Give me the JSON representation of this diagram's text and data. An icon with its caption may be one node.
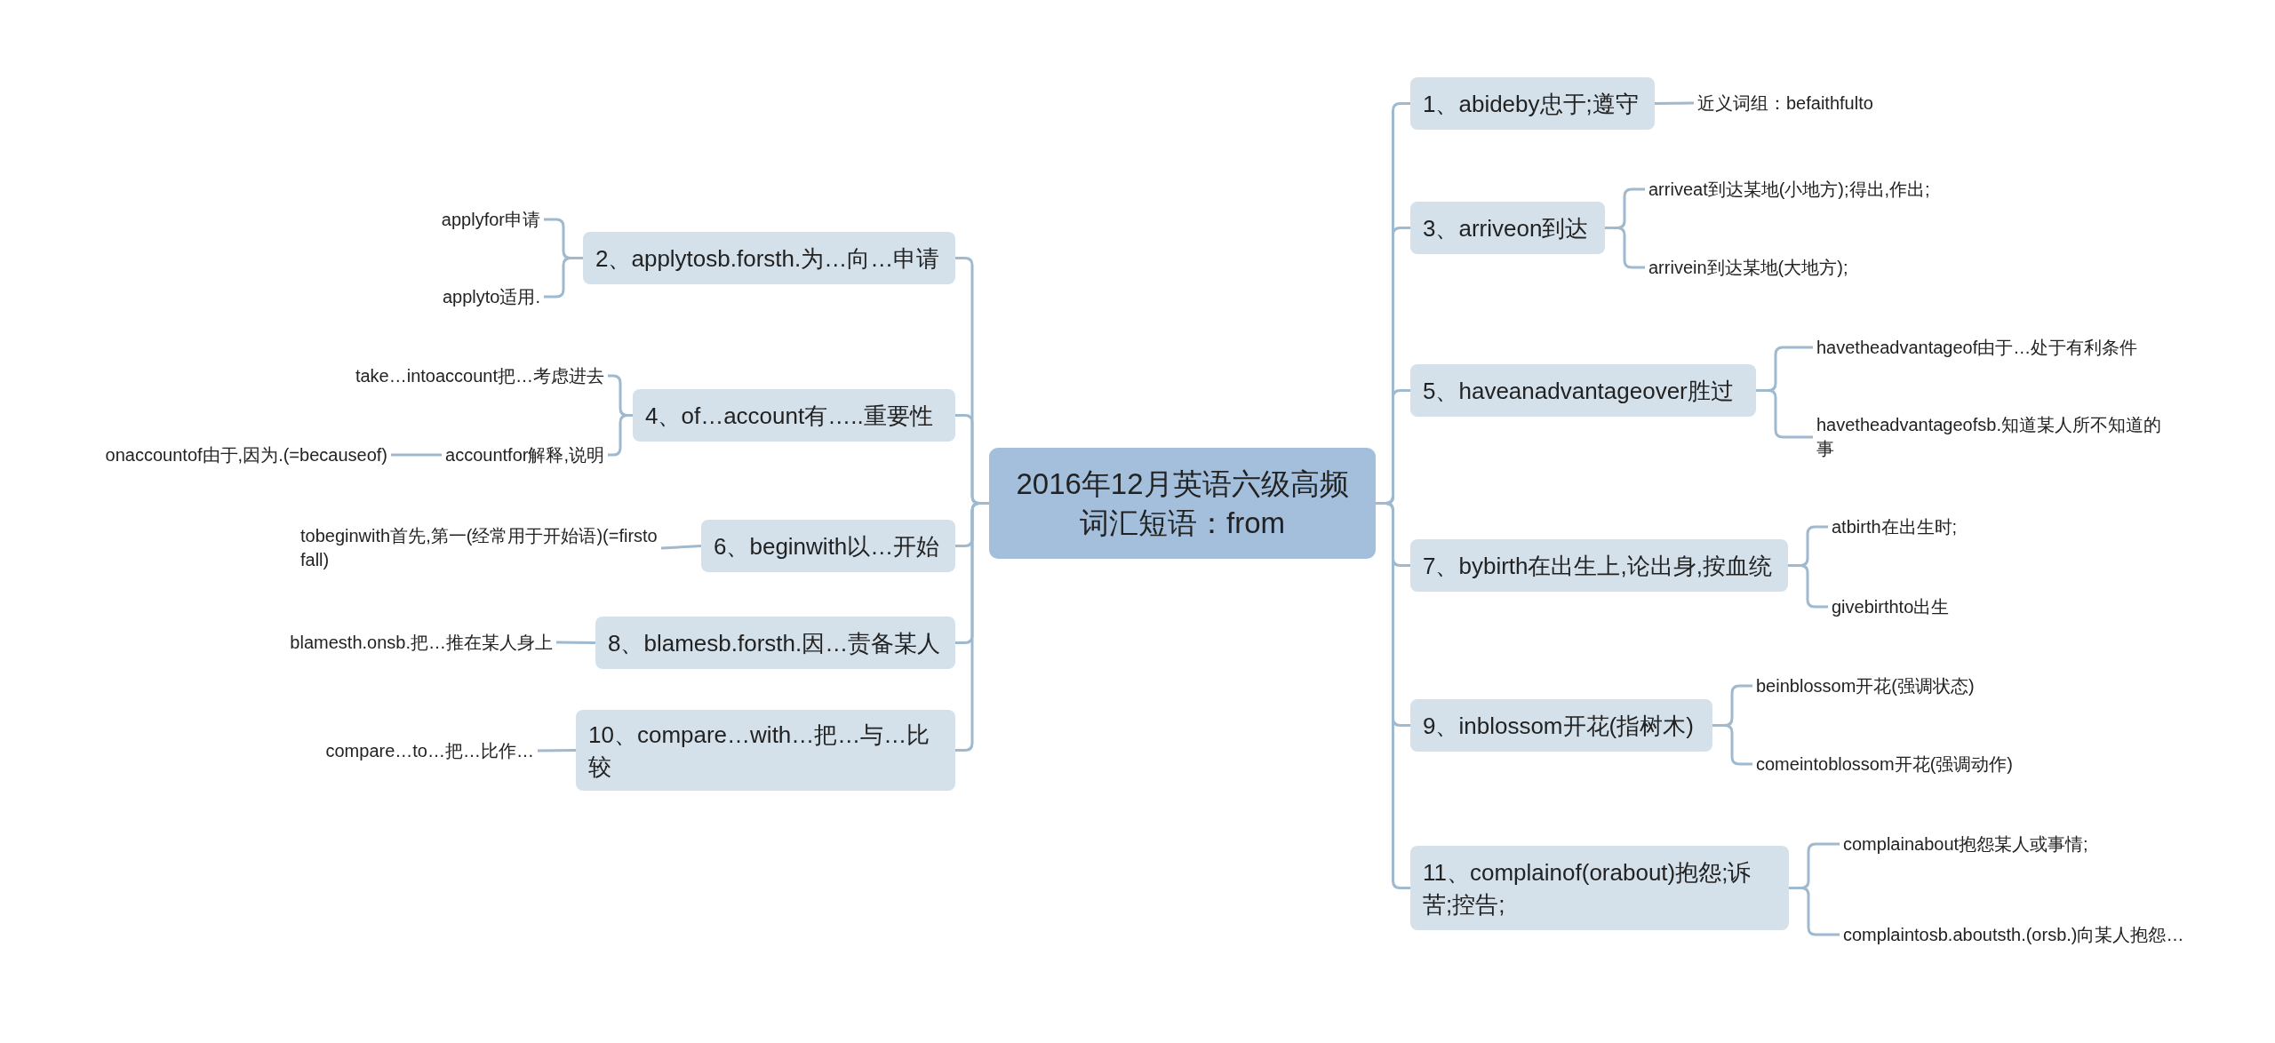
{
  "diagram": {
    "nodes": [
      {
        "text": [
          "2016年12月英语六级高频词汇短语：from"
        ]
      },
      {
        "text": [
          "2、applytosb.forsth.为…向…申请"
        ]
      },
      {
        "text": [
          "applyfor申请"
        ]
      },
      {
        "text": [
          "applyto适用."
        ]
      },
      {
        "text": [
          "4、of…account有…..重要性"
        ]
      },
      {
        "text": [
          "take…intoaccount把…考虑进去"
        ]
      },
      {
        "text": [
          "accountfor解释,说明"
        ]
      },
      {
        "text": [
          "onaccountof由于,因为.(=becauseof)"
        ]
      },
      {
        "text": [
          "6、beginwith以…开始"
        ]
      },
      {
        "text": [
          "tobeginwith首先,第一(经常用于开始语)(=firstofall)"
        ]
      },
      {
        "text": [
          "8、blamesb.forsth.因…责备某人"
        ]
      },
      {
        "text": [
          "blamesth.onsb.把…推在某人身上"
        ]
      },
      {
        "text": [
          "10、compare…with…把…与…比较"
        ]
      },
      {
        "text": [
          "compare…to…把…比作…"
        ]
      },
      {
        "text": [
          "1、abideby忠于;遵守"
        ]
      },
      {
        "text": [
          "近义词组：befaithfulto"
        ]
      },
      {
        "text": [
          "3、arriveon到达"
        ]
      },
      {
        "text": [
          "arriveat到达某地(小地方);得出,作出;"
        ]
      },
      {
        "text": [
          "arrivein到达某地(大地方);"
        ]
      },
      {
        "text": [
          "5、haveanadvantageover胜过"
        ]
      },
      {
        "text": [
          "havetheadvantageof由于…处于有利条件"
        ]
      },
      {
        "text": [
          "havetheadvantageofsb.知道某人所不知道的事"
        ]
      },
      {
        "text": [
          "7、bybirth在出生上,论出身,按血统"
        ]
      },
      {
        "text": [
          "atbirth在出生时;"
        ]
      },
      {
        "text": [
          "givebirthto出生"
        ]
      },
      {
        "text": [
          "9、inblossom开花(指树木)"
        ]
      },
      {
        "text": [
          "beinblossom开花(强调状态)"
        ]
      },
      {
        "text": [
          "comeintoblossom开花(强调动作)"
        ]
      },
      {
        "text": [
          "11、complainof(orabout)抱怨;诉苦;控告;"
        ]
      },
      {
        "text": [
          "complainabout抱怨某人或事情;"
        ]
      },
      {
        "text": [
          "complaintosb.aboutsth.(orsb.)向某人抱怨…"
        ]
      }
    ],
    "edges": [
      {
        "from": 0,
        "to": 1,
        "arrow": "none"
      },
      {
        "from": 0,
        "to": 4,
        "arrow": "none"
      },
      {
        "from": 0,
        "to": 8,
        "arrow": "none"
      },
      {
        "from": 0,
        "to": 10,
        "arrow": "none"
      },
      {
        "from": 0,
        "to": 12,
        "arrow": "none"
      },
      {
        "from": 0,
        "to": 14,
        "arrow": "none"
      },
      {
        "from": 0,
        "to": 16,
        "arrow": "none"
      },
      {
        "from": 0,
        "to": 19,
        "arrow": "none"
      },
      {
        "from": 0,
        "to": 22,
        "arrow": "none"
      },
      {
        "from": 0,
        "to": 25,
        "arrow": "none"
      },
      {
        "from": 0,
        "to": 28,
        "arrow": "none"
      },
      {
        "from": 1,
        "to": 2,
        "arrow": "none"
      },
      {
        "from": 1,
        "to": 3,
        "arrow": "none"
      },
      {
        "from": 4,
        "to": 5,
        "arrow": "none"
      },
      {
        "from": 4,
        "to": 6,
        "arrow": "none"
      },
      {
        "from": 6,
        "to": 7,
        "arrow": "none"
      },
      {
        "from": 8,
        "to": 9,
        "arrow": "none"
      },
      {
        "from": 10,
        "to": 11,
        "arrow": "none"
      },
      {
        "from": 12,
        "to": 13,
        "arrow": "none"
      },
      {
        "from": 14,
        "to": 15,
        "arrow": "none"
      },
      {
        "from": 16,
        "to": 17,
        "arrow": "none"
      },
      {
        "from": 16,
        "to": 18,
        "arrow": "none"
      },
      {
        "from": 19,
        "to": 20,
        "arrow": "none"
      },
      {
        "from": 19,
        "to": 21,
        "arrow": "none"
      },
      {
        "from": 22,
        "to": 23,
        "arrow": "none"
      },
      {
        "from": 22,
        "to": 24,
        "arrow": "none"
      },
      {
        "from": 25,
        "to": 26,
        "arrow": "none"
      },
      {
        "from": 25,
        "to": 27,
        "arrow": "none"
      },
      {
        "from": 28,
        "to": 29,
        "arrow": "none"
      },
      {
        "from": 28,
        "to": 30,
        "arrow": "none"
      }
    ]
  }
}
